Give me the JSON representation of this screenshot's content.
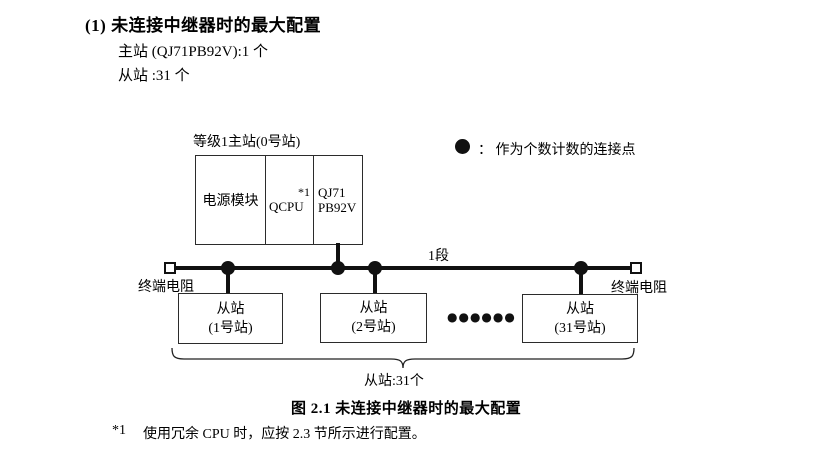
{
  "header": {
    "title": "(1) 未连接中继器时的最大配置",
    "master_count_line": "主站 (QJ71PB92V):1 个",
    "slave_count_line": "从站 :31 个"
  },
  "diagram": {
    "master_station": {
      "label": "等级1主站(0号站)",
      "power_module": "电源模块",
      "cpu": "QCPU",
      "cpu_footnote_ref": "*1",
      "pb_module_line1": "QJ71",
      "pb_module_line2": "PB92V"
    },
    "legend": {
      "symbol": "filled-circle",
      "text": "：  作为个数计数的连接点"
    },
    "segment_label": "1段",
    "terminator_left_label": "终端电阻",
    "terminator_right_label": "终端电阻",
    "slaves": [
      {
        "line1": "从站",
        "line2": "(1号站)"
      },
      {
        "line1": "从站",
        "line2": "(2号站)"
      },
      {
        "line1": "从站",
        "line2": "(31号站)"
      }
    ],
    "ellipsis_dots": "●●●●●●",
    "brace_label": "从站:31个"
  },
  "figure": {
    "caption": "图 2.1 未连接中继器时的最大配置"
  },
  "footnote": {
    "marker": "*1",
    "text": "使用冗余 CPU 时，应按 2.3 节所示进行配置。"
  },
  "colors": {
    "background": "#ffffff",
    "text": "#000000",
    "line": "#111111",
    "border": "#2b2b2b"
  }
}
